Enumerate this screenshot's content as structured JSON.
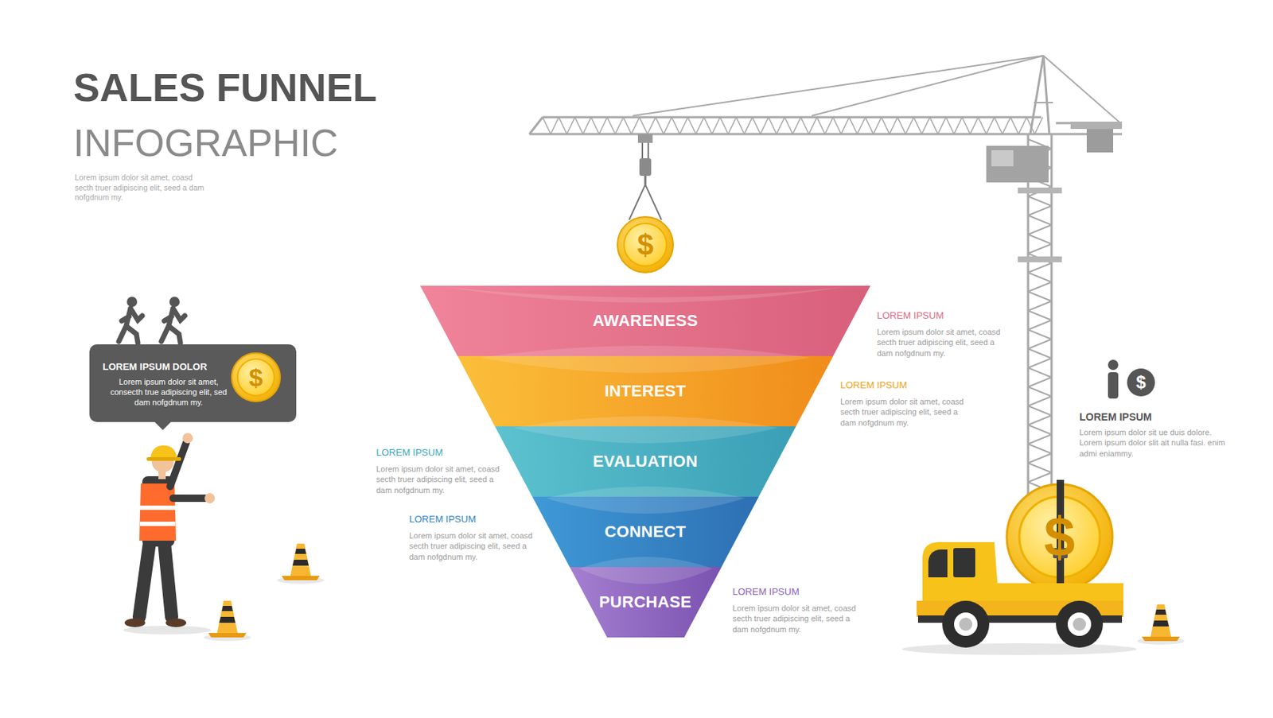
{
  "diagram": {
    "title": "SALES FUNNEL",
    "nodes": [
      {
        "text": [
          "AWARENESS"
        ]
      },
      {
        "text": [
          "INTEREST"
        ]
      },
      {
        "text": [
          "EVALUATION"
        ]
      },
      {
        "text": [
          "CONNECT"
        ]
      },
      {
        "text": [
          "PURCHASE"
        ]
      },
      {
        "text": [
          "LOREM IPSUM DOLOR",
          "Lorem ipsum dolor sit amet, consecth true adipiscing elit, sed dam nofgdnum my."
        ]
      }
    ],
    "labels": [
      "INFOGRAPHIC",
      "Lorem ipsum dolor sit amet, coasd secth truer adipiscing elit, seed a dam nofgdnum my.",
      "$",
      "LOREM IPSUM",
      "Lorem ipsum dolor sit amet, coasd secth truer adipiscing elit, seed a dam nofgdnum my.",
      "LOREM IPSUM",
      "Lorem ipsum dolor sit amet, coasd secth truer adipiscing elit, seed a dam nofgdnum my.",
      "$",
      "LOREM IPSUM",
      "Lorem ipsum dolor sit ue duis dolore. Lorem ipsum dolor slit ait nulla fasi. enim admi eniammy.",
      "LOREM IPSUM",
      "Lorem ipsum dolor sit amet, coasd secth truer adipiscing elit, seed a dam nofgdnum my.",
      "LOREM IPSUM",
      "Lorem ipsum dolor sit amet, coasd secth truer adipiscing elit, seed a dam nofgdnum my.",
      "$",
      "LOREM IPSUM",
      "Lorem ipsum dolor sit amet, coasd secth truer adipiscing elit, seed a dam nofgdnum my.",
      "$"
    ]
  }
}
